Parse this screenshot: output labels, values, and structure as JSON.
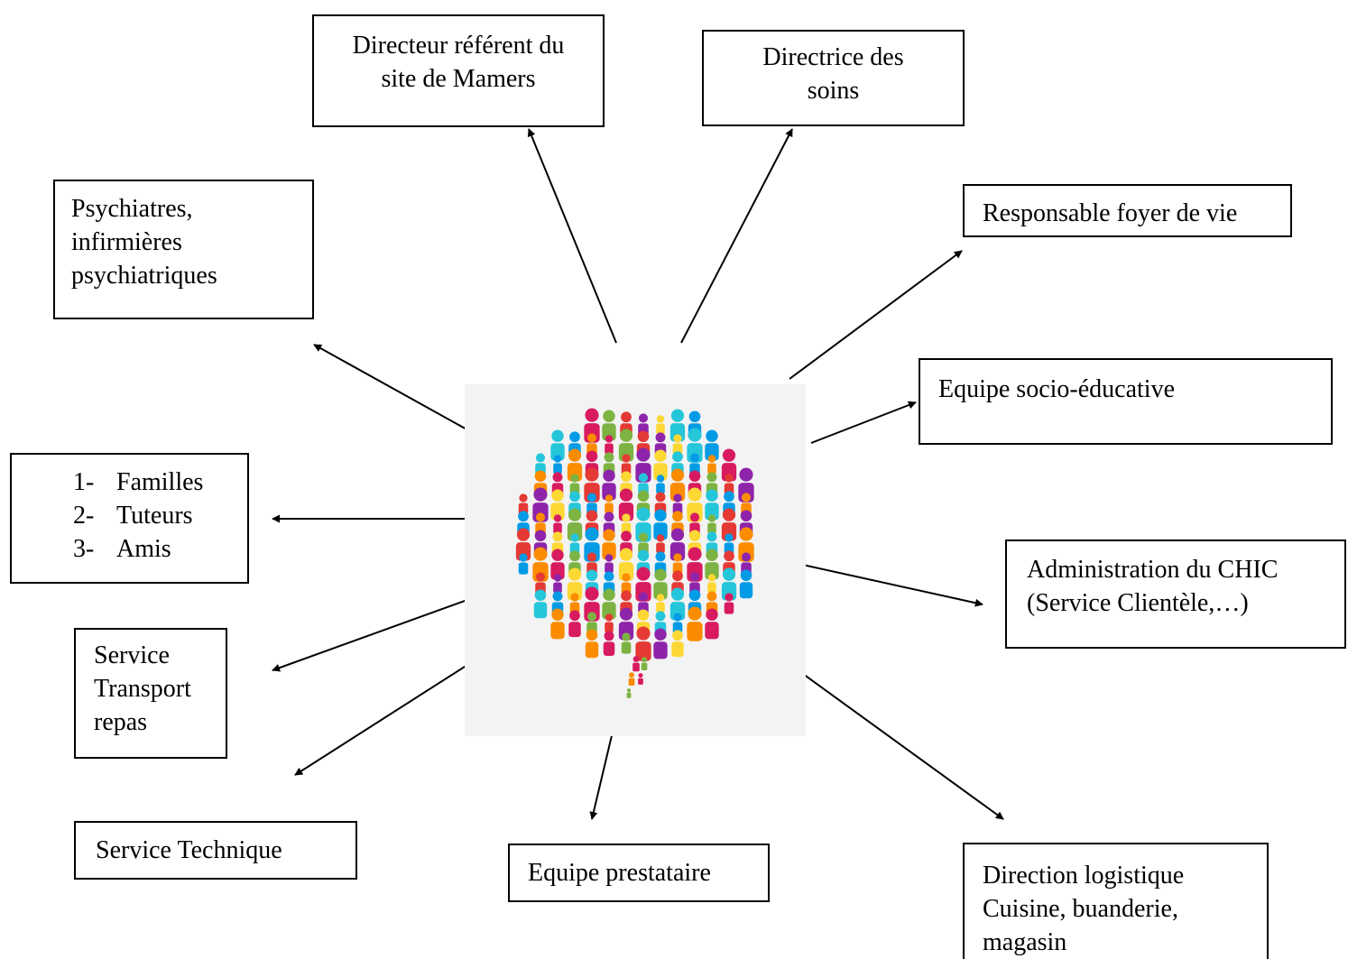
{
  "boxes": {
    "directeur": {
      "lines": [
        "Directeur référent du",
        "site de Mamers"
      ]
    },
    "directrice": {
      "lines": [
        "Directrice des",
        "soins"
      ]
    },
    "psychiatres": {
      "lines": [
        "Psychiatres,",
        "infirmières",
        "psychiatriques"
      ]
    },
    "responsable": {
      "lines": [
        "Responsable foyer de vie"
      ]
    },
    "socio": {
      "lines": [
        "Equipe socio-éducative"
      ]
    },
    "familles": {
      "items": [
        {
          "num": "1-",
          "label": "Familles"
        },
        {
          "num": "2-",
          "label": "Tuteurs"
        },
        {
          "num": "3-",
          "label": "Amis"
        }
      ]
    },
    "administration": {
      "lines": [
        "Administration du CHIC",
        "(Service Clientèle,…)"
      ]
    },
    "transport": {
      "lines": [
        "Service",
        "Transport",
        "repas"
      ]
    },
    "technique": {
      "lines": [
        "Service Technique"
      ]
    },
    "prestataire": {
      "lines": [
        "Equipe prestataire"
      ]
    },
    "logistique": {
      "lines": [
        "Direction logistique",
        "Cuisine, buanderie,",
        "magasin"
      ]
    }
  },
  "center_image": {
    "description_icon": "speech-bubble-people-icon",
    "palette": [
      "#e53935",
      "#fb8c00",
      "#fdd835",
      "#7cb342",
      "#039be5",
      "#8e24aa",
      "#d81b60",
      "#26c6da"
    ]
  }
}
